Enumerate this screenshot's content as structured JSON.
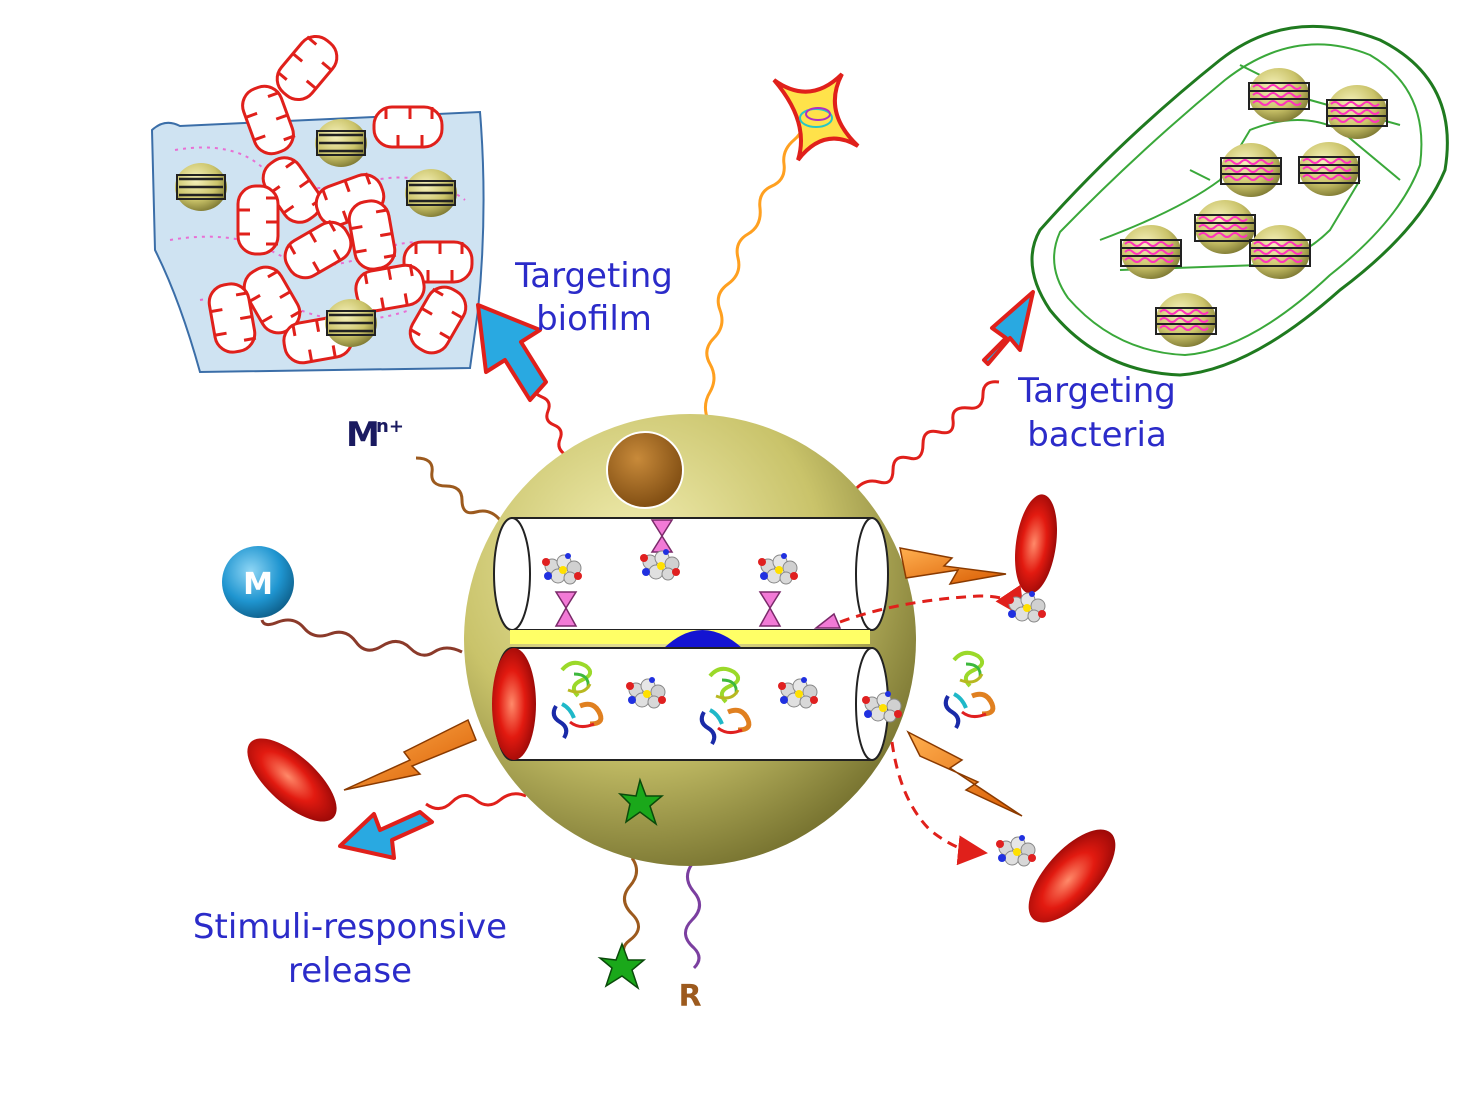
{
  "labels": {
    "targeting_biofilm": [
      "Targeting",
      "biofilm"
    ],
    "targeting_bacteria": [
      "Targeting",
      "bacteria"
    ],
    "stimuli_release": [
      "Stimuli-responsive",
      "release"
    ],
    "metal_ion_base": "M",
    "metal_ion_sup": "n+",
    "metal_ball": "M",
    "r_group": "R"
  },
  "colors": {
    "label_text": "#2b2bc9",
    "sphere": "#c9c36a",
    "arrow_fill": "#29a9e1",
    "arrow_stroke": "#e0201b",
    "linker_red": "#e0201b",
    "linker_orange": "#ffa020",
    "linker_brown": "#9c5a1e",
    "linker_maroon": "#8b3a2a",
    "linker_purple": "#7b3fa0",
    "bacteria_outline": "#1f7a1f",
    "biofilm_bg": "#cfe3f2",
    "cap_blue": "#1414d2",
    "gate_pink": "#f27ad6",
    "rbc_red": "#d81010",
    "star_green": "#1aa81a",
    "brown_disc": "#9a6118"
  },
  "icons": [
    "nanoparticle-sphere-icon",
    "biofilm-icon",
    "bacteria-cell-icon",
    "targeting-ligand-star-icon",
    "red-blood-cell-icon",
    "lightning-bolt-icon",
    "drug-molecule-icon",
    "protein-icon",
    "fluorophore-star-icon",
    "metal-ball-icon"
  ]
}
